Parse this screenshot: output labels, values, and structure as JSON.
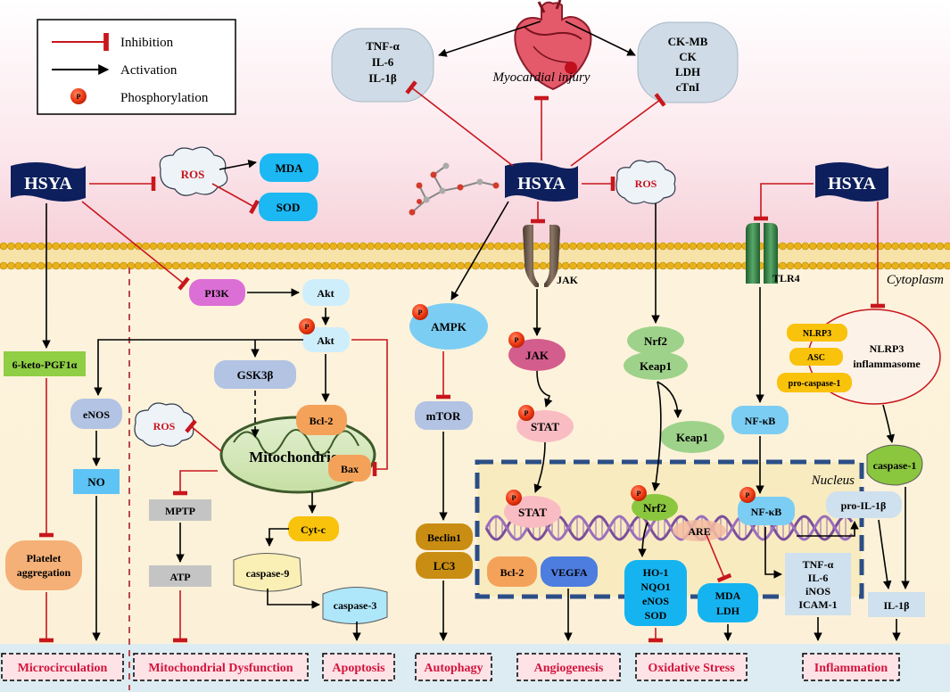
{
  "legend": {
    "inhibition": "Inhibition",
    "activation": "Activation",
    "phosphorylation": "Phosphorylation",
    "phospho_mark": "P"
  },
  "drug": "HSYA",
  "myocardial_injury": "Myocardial injury",
  "cytokines": [
    "TNF-α",
    "IL-6",
    "IL-1β"
  ],
  "enzymes": [
    "CK-MB",
    "CK",
    "LDH",
    "cTnI"
  ],
  "ros": "ROS",
  "mda": "MDA",
  "sod": "SOD",
  "pi3k": "PI3K",
  "akt": "Akt",
  "gsk3b": "GSK3β",
  "bcl2": "Bcl-2",
  "bax": "Bax",
  "mitochondrion": "Mitochondrion",
  "mptp": "MPTP",
  "atp": "ATP",
  "cytc": "Cyt-c",
  "caspase9": "caspase-9",
  "caspase3": "caspase-3",
  "keto": "6-keto-PGF1α",
  "enos": "eNOS",
  "no": "NO",
  "platelet": [
    "Platelet",
    "aggregation"
  ],
  "ampk": "AMPK",
  "mtor": "mTOR",
  "beclin1": "Beclin1",
  "lc3": "LC3",
  "jak": "JAK",
  "stat": "STAT",
  "vegfa": "VEGFA",
  "nrf2": "Nrf2",
  "keap1": "Keap1",
  "are": "ARE",
  "antioxidants": [
    "HO-1",
    "NQO1",
    "eNOS",
    "SOD"
  ],
  "mda_ldh": [
    "MDA",
    "LDH"
  ],
  "tlr4": "TLR4",
  "nfkb": "NF-κB",
  "cytoplasm": "Cytoplasm",
  "nucleus": "Nucleus",
  "nlrp3": "NLRP3",
  "asc": "ASC",
  "pro_caspase1": "pro-caspase-1",
  "inflammasome": [
    "NLRP3",
    "inflammasome"
  ],
  "caspase1": "caspase-1",
  "pro_il1b": "pro-IL-1β",
  "il1b": "IL-1β",
  "inflammatory_markers": [
    "TNF-α",
    "IL-6",
    "iNOS",
    "ICAM-1"
  ],
  "outcomes": [
    "Microcirculation",
    "Mitochondrial Dysfunction",
    "Apoptosis",
    "Autophagy",
    "Angiogenesis",
    "Oxidative Stress",
    "Inflammation"
  ],
  "colors": {
    "inhibit": "#c8161d",
    "activate": "#000000",
    "hsya": "#0d1f5c",
    "outcome_text": "#d4143c"
  }
}
